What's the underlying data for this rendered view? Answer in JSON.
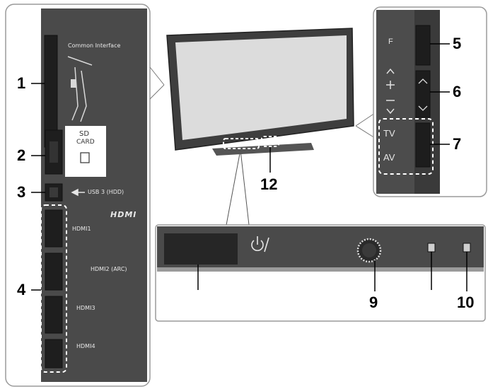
{
  "left_panel": {
    "common_interface_label": "Common Interface",
    "sd_card_label_line1": "SD",
    "sd_card_label_line2": "CARD",
    "usb_label": "USB 3 (HDD)",
    "hdmi_logo": "HDMI",
    "hdmi_ports": [
      "HDMI1",
      "HDMI2 (ARC)",
      "HDMI3",
      "HDMI4"
    ]
  },
  "side_panel": {
    "f_label": "F",
    "tv_label": "TV",
    "av_label": "AV"
  },
  "callouts": {
    "n1": "1",
    "n2": "2",
    "n3": "3",
    "n4": "4",
    "n5": "5",
    "n6": "6",
    "n7": "7",
    "n9": "9",
    "n10": "10",
    "n12": "12"
  },
  "colors": {
    "panel_dark": "#4a4a4a",
    "panel_darker": "#3a3a3a",
    "panel_light": "#e2e2e2",
    "highlight_dashes": "#ffffff"
  }
}
